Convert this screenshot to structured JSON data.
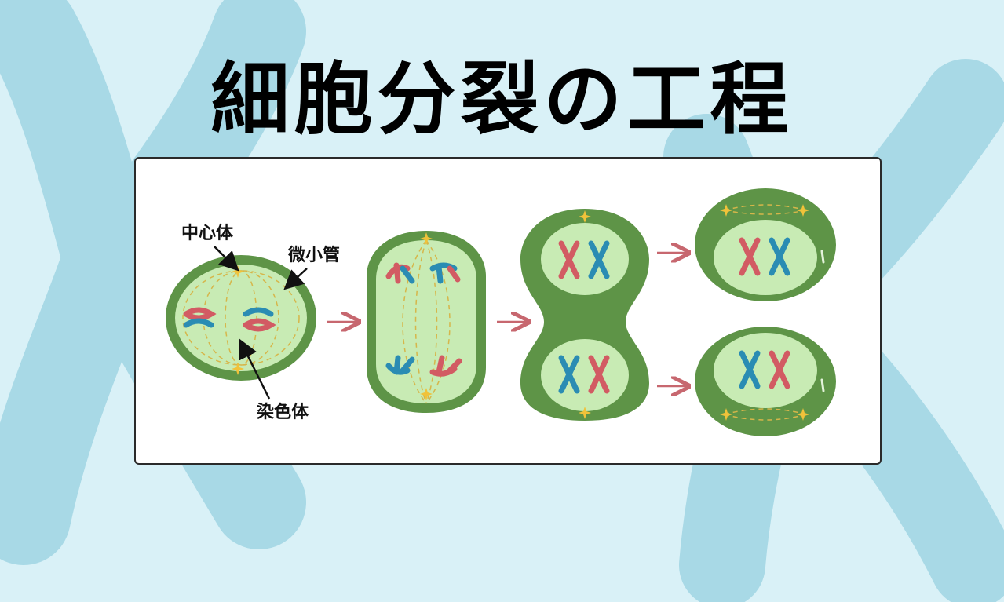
{
  "title": "細胞分裂の工程",
  "labels": {
    "centrosome": "中心体",
    "microtubule": "微小管",
    "chromosome": "染色体"
  },
  "colors": {
    "background": "#d9f1f7",
    "background_chromosome": "#a8d9e6",
    "cell_outer": "#5e9447",
    "cell_inner": "#c8ebb4",
    "chromosome_red": "#d25b63",
    "chromosome_blue": "#2a8cb3",
    "centrosome": "#f0c23a",
    "arrow": "#c7676f"
  },
  "icons": [
    "centrosome-star-icon",
    "arrow-icon"
  ]
}
